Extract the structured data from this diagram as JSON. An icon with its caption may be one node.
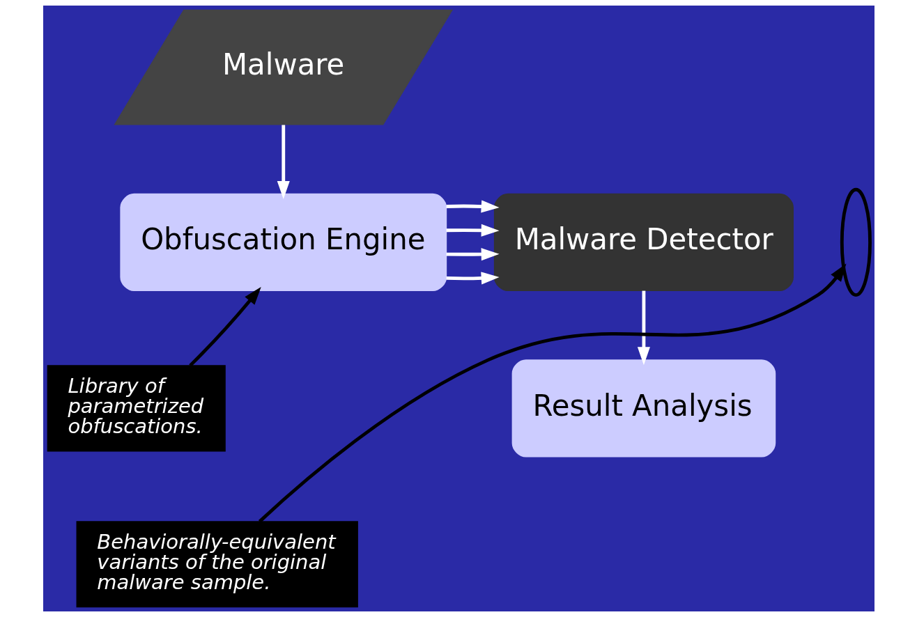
{
  "diagram": {
    "nodes": [
      {
        "text": [
          "Malware"
        ]
      },
      {
        "text": [
          "Obfuscation Engine"
        ]
      },
      {
        "text": [
          "Malware Detector"
        ]
      },
      {
        "text": [
          "Result Analysis"
        ]
      },
      {
        "text": [
          "Library of parametrized obfuscations."
        ]
      },
      {
        "text": [
          "Behaviorally-equivalent variants of the original malware sample."
        ]
      },
      {
        "text": [],
        "shape": "ellipse"
      }
    ],
    "edges": [
      {
        "from": 0,
        "to": 1,
        "arrow": "to"
      },
      {
        "from": 1,
        "to": 2,
        "arrow": "to"
      },
      {
        "from": 1,
        "to": 2,
        "arrow": "to"
      },
      {
        "from": 1,
        "to": 2,
        "arrow": "to"
      },
      {
        "from": 1,
        "to": 2,
        "arrow": "to"
      },
      {
        "from": 2,
        "to": 3,
        "arrow": "to"
      },
      {
        "from": 4,
        "to": 1,
        "arrow": "to",
        "color": "#000000"
      },
      {
        "from": 5,
        "to": 6,
        "arrow": "to",
        "color": "#000000"
      }
    ]
  }
}
